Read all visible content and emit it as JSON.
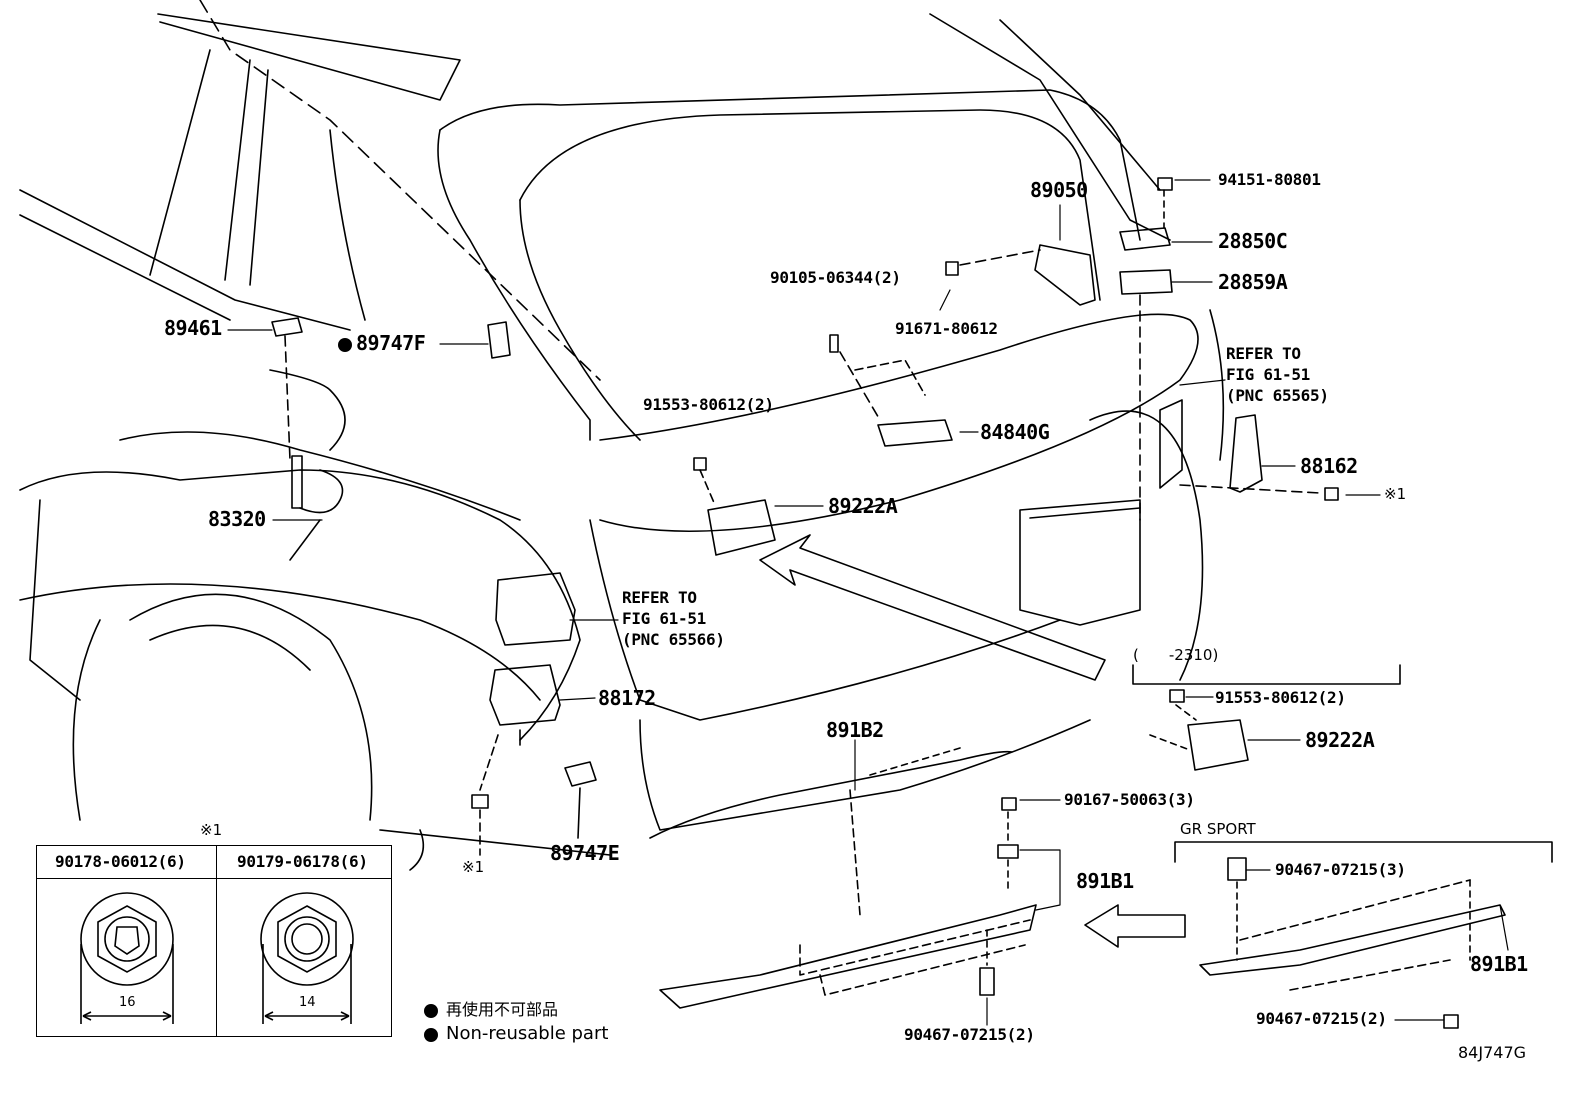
{
  "diagram": {
    "part_numbers": {
      "p89461": "89461",
      "p89747F": "89747F",
      "p83320": "83320",
      "p89050": "89050",
      "p94151": "94151-80801",
      "p28850C": "28850C",
      "p28859A": "28859A",
      "p90105": "90105-06344(2)",
      "p91671": "91671-80612",
      "p91553_main": "91553-80612(2)",
      "p84840G": "84840G",
      "p89222A_main": "89222A",
      "p88162": "88162",
      "p88172": "88172",
      "p891B2": "891B2",
      "p89747E": "89747E",
      "p90167": "90167-50063(3)",
      "p891B1_main": "891B1",
      "p90467_main": "90467-07215(2)",
      "p91553_inset": "91553-80612(2)",
      "p89222A_inset": "89222A",
      "p90467_gr_top": "90467-07215(3)",
      "p891B1_gr": "891B1",
      "p90467_gr_bottom": "90467-07215(2)"
    },
    "refer_left": [
      "REFER TO",
      "FIG 61-51",
      "(PNC 65566)"
    ],
    "refer_right": [
      "REFER TO",
      "FIG 61-51",
      "(PNC 65565)"
    ],
    "mark_x1": "※1",
    "inset_range": "(　　-2310)",
    "gr_sport_label": "GR SPORT",
    "legend": {
      "mark": "※1",
      "col1_part": "90178-06012(6)",
      "col2_part": "90179-06178(6)",
      "col1_size": "16",
      "col2_size": "14"
    },
    "notes": {
      "non_reusable_jp": "再使用不可部品",
      "non_reusable_en": "Non-reusable part"
    },
    "diagram_code": "84J747G"
  }
}
